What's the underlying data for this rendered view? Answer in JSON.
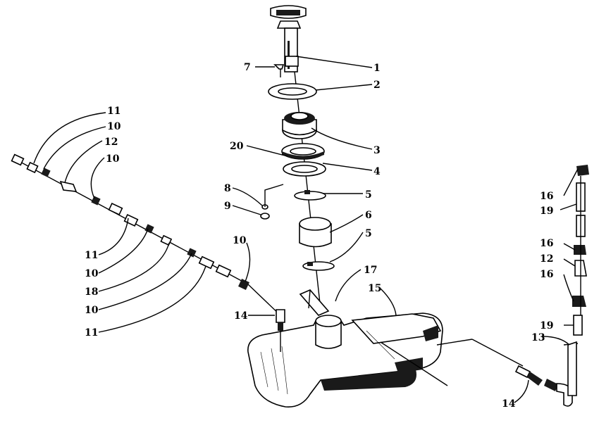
{
  "callouts": [
    {
      "id": "c1",
      "label": "1"
    },
    {
      "id": "c2",
      "label": "2"
    },
    {
      "id": "c3",
      "label": "3"
    },
    {
      "id": "c4",
      "label": "4"
    },
    {
      "id": "c5a",
      "label": "5"
    },
    {
      "id": "c5b",
      "label": "5"
    },
    {
      "id": "c6",
      "label": "6"
    },
    {
      "id": "c7",
      "label": "7"
    },
    {
      "id": "c8",
      "label": "8"
    },
    {
      "id": "c9",
      "label": "9"
    },
    {
      "id": "c20",
      "label": "20"
    },
    {
      "id": "c17",
      "label": "17"
    },
    {
      "id": "c15",
      "label": "15"
    },
    {
      "id": "c14a",
      "label": "14"
    },
    {
      "id": "c14b",
      "label": "14"
    },
    {
      "id": "c13",
      "label": "13"
    },
    {
      "id": "c11a",
      "label": "11"
    },
    {
      "id": "c10a",
      "label": "10"
    },
    {
      "id": "c12a",
      "label": "12"
    },
    {
      "id": "c10b",
      "label": "10"
    },
    {
      "id": "c11b",
      "label": "11"
    },
    {
      "id": "c10c",
      "label": "10"
    },
    {
      "id": "c18",
      "label": "18"
    },
    {
      "id": "c10d",
      "label": "10"
    },
    {
      "id": "c11c",
      "label": "11"
    },
    {
      "id": "c10e",
      "label": "10"
    },
    {
      "id": "c16a",
      "label": "16"
    },
    {
      "id": "c19a",
      "label": "19"
    },
    {
      "id": "c16b",
      "label": "16"
    },
    {
      "id": "c12b",
      "label": "12"
    },
    {
      "id": "c16c",
      "label": "16"
    },
    {
      "id": "c19b",
      "label": "19"
    }
  ]
}
